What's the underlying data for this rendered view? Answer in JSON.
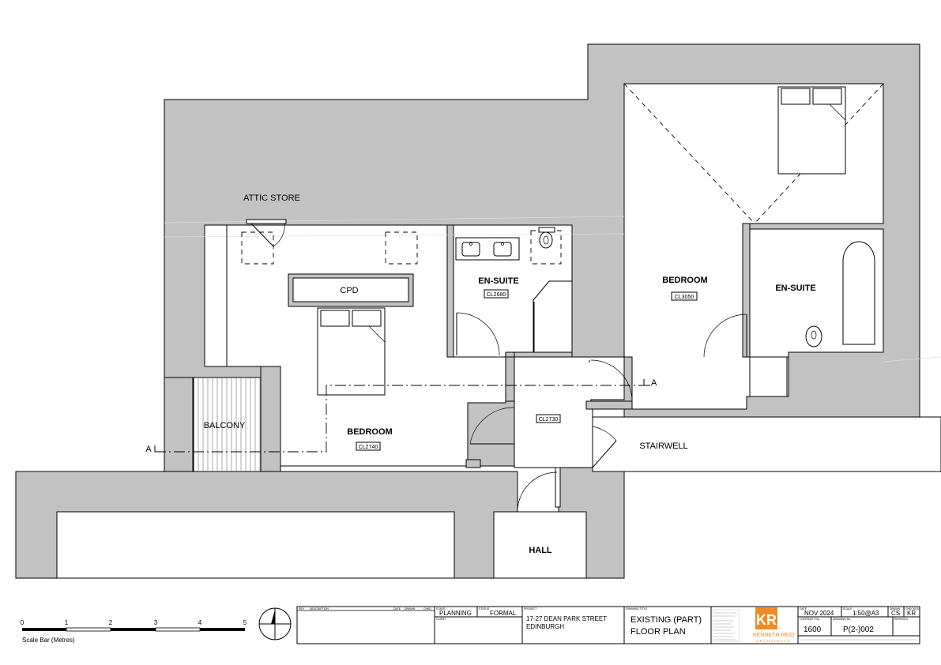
{
  "rooms": {
    "attic_store": "ATTIC STORE",
    "cpd": "CPD",
    "ensuite_left": "EN-SUITE",
    "ensuite_left_tag": "CL2680",
    "bedroom_right": "BEDROOM",
    "bedroom_right_tag": "CL3050",
    "ensuite_right": "EN-SUITE",
    "balcony": "BALCONY",
    "bedroom_left": "BEDROOM",
    "bedroom_left_tag": "CL2740",
    "landing_tag": "CL2730",
    "stairwell": "STAIRWELL",
    "hall": "HALL"
  },
  "section": {
    "left_marker": "A",
    "right_marker": "A"
  },
  "scale_bar": {
    "ticks": [
      "0",
      "1",
      "2",
      "3",
      "4",
      "5"
    ],
    "caption": "Scale Bar (Metres)"
  },
  "title_block": {
    "rev_header": "REV",
    "description_header": "DESCRIPTION",
    "date_header": "DATE",
    "drawn_header": "DRAWN",
    "checked_header": "CHKD",
    "stage_header": "STAGE",
    "stage": "PLANNING",
    "status_header": "STATUS",
    "status": "FORMAL",
    "client_header": "CLIENT",
    "project_header": "PROJECT",
    "project_line1": "17-27 DEAN PARK STREET",
    "project_line2": "EDINBURGH",
    "drawing_title_header": "DRAWING TITLE",
    "drawing_title_line1": "EXISTING (PART)",
    "drawing_title_line2": "FLOOR PLAN",
    "firm_name": "KENNETH REID",
    "firm_sub": "ARCHITECTS",
    "firm_monogram": "KR",
    "date_label": "DATE",
    "date": "NOV 2024",
    "scale_label": "SCALE",
    "scale": "1:50@A3",
    "drawn_label": "DRAWN",
    "drawn": "CS",
    "checked_label": "CHECKED",
    "checked": "KR",
    "contract_label": "CONTRACT No.",
    "contract": "1600",
    "drawing_no_label": "DRAWING No.",
    "drawing_no": "P(2-)002",
    "revision_label": "REVISION"
  },
  "colors": {
    "wall_fill": "#c2c2c2",
    "logo_orange": "#f08a24"
  }
}
